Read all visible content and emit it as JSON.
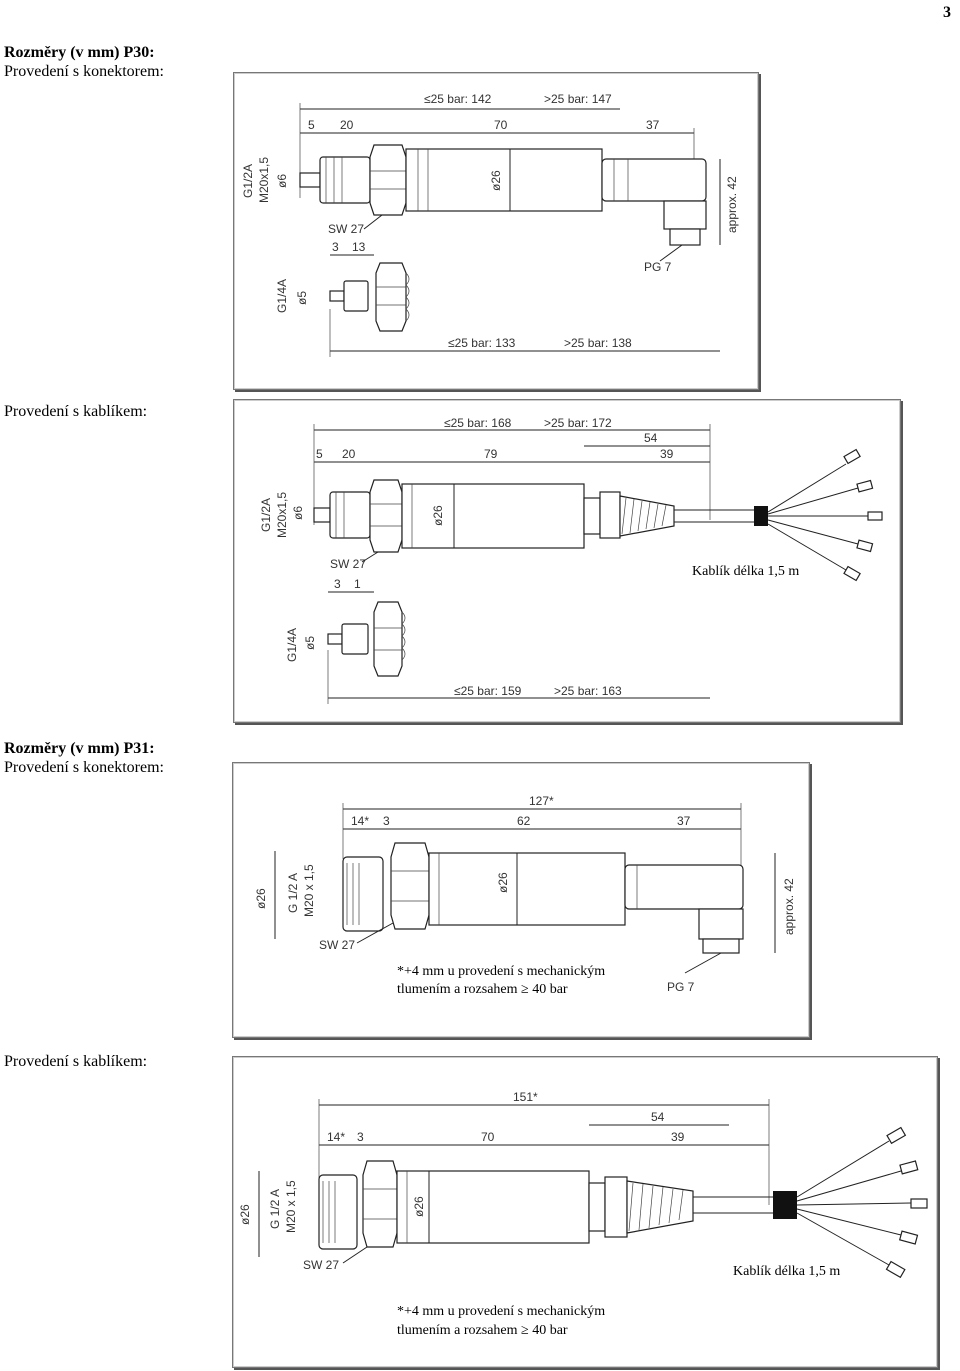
{
  "page_number": "3",
  "p30": {
    "title": "Rozměry (v mm) P30:",
    "connector_label": "Provedení s konektorem:",
    "cable_label": "Provedení s kablíkem:",
    "connector": {
      "top_le25": "≤25 bar: 142",
      "top_gt25": ">25 bar: 147",
      "d5": "5",
      "d20": "20",
      "d70": "70",
      "d37": "37",
      "g12a": "G1/2A",
      "m20": "M20x1,5",
      "o6": "ø6",
      "o26": "ø26",
      "sw27": "SW 27",
      "d3": "3",
      "d13": "13",
      "g14a": "G1/4A",
      "o5": "ø5",
      "approx": "approx. 42",
      "pg7": "PG 7",
      "bot_le25": "≤25 bar: 133",
      "bot_gt25": ">25 bar: 138"
    },
    "cable": {
      "top_le25": "≤25 bar: 168",
      "top_gt25": ">25 bar: 172",
      "d54": "54",
      "d5": "5",
      "d20": "20",
      "d79": "79",
      "d39": "39",
      "g12a": "G1/2A",
      "m20": "M20x1,5",
      "o6": "ø6",
      "o26": "ø26",
      "sw27": "SW 27",
      "d3": "3",
      "d1": "1",
      "g14a": "G1/4A",
      "o5": "ø5",
      "cable_len": "Kablík délka 1,5 m",
      "bot_le25": "≤25 bar: 159",
      "bot_gt25": ">25 bar: 163"
    }
  },
  "p31": {
    "title": "Rozměry (v mm) P31:",
    "connector_label": "Provedení s konektorem:",
    "cable_label": "Provedení s kablíkem:",
    "connector": {
      "d127": "127*",
      "d14": "14*",
      "d3": "3",
      "d62": "62",
      "d37": "37",
      "o26a": "ø26",
      "g12a": "G 1/2 A",
      "m20": "M20 x 1,5",
      "o26b": "ø26",
      "sw27": "SW 27",
      "approx": "approx. 42",
      "pg7": "PG 7",
      "note1": "*+4 mm u provedení s mechanickým",
      "note2": "tlumením a rozsahem ≥ 40 bar"
    },
    "cable": {
      "d151": "151*",
      "d54": "54",
      "d14": "14*",
      "d3": "3",
      "d70": "70",
      "d39": "39",
      "o26a": "ø26",
      "g12a": "G 1/2 A",
      "m20": "M20 x 1,5",
      "o26b": "ø26",
      "sw27": "SW 27",
      "cable_len": "Kablík délka 1,5 m",
      "note1": "*+4 mm u provedení s mechanickým",
      "note2": "tlumením a rozsahem ≥ 40 bar"
    }
  }
}
